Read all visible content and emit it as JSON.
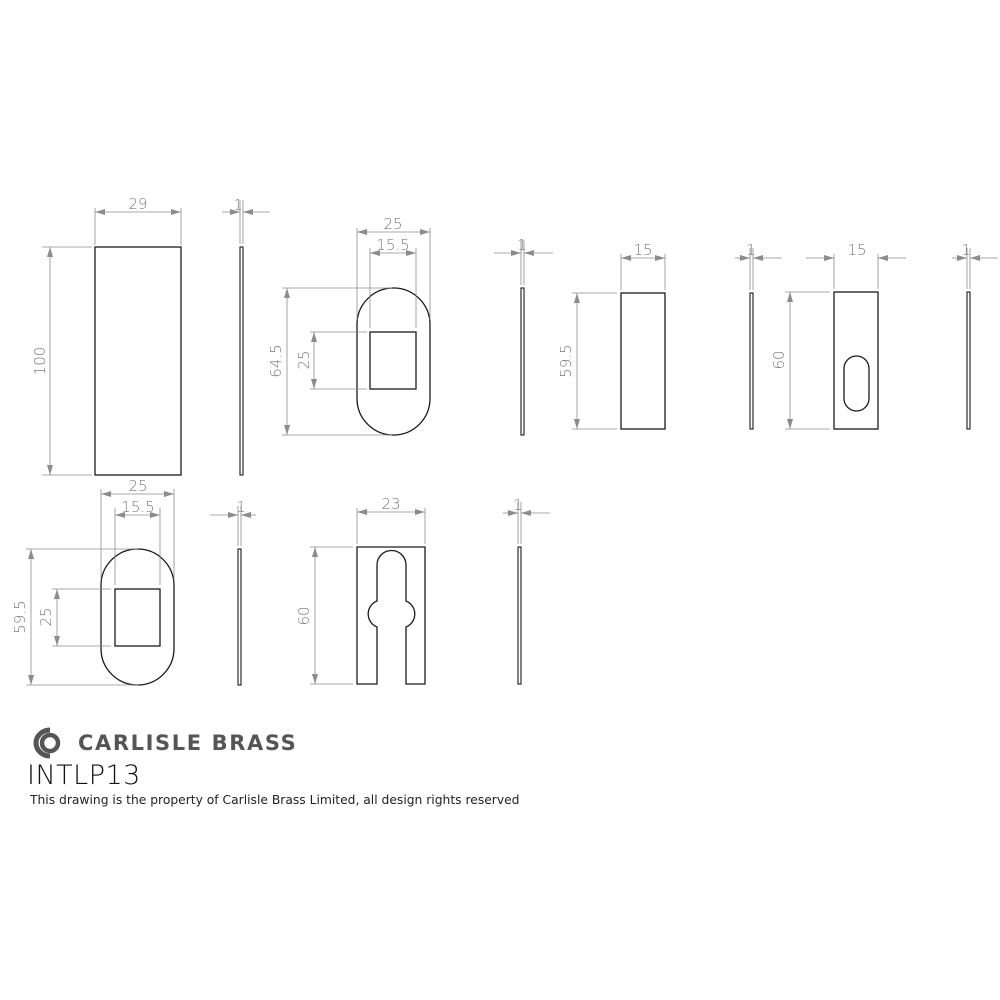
{
  "drawing": {
    "units": "mm",
    "parts": [
      {
        "id": "plate-100x29",
        "label_width": "29",
        "label_height": "100",
        "label_thickness": "1"
      },
      {
        "id": "oval-escutcheon-64.5",
        "label_width": "25",
        "label_inner_width": "15.5",
        "label_height": "64.5",
        "label_inner_height": "25",
        "label_thickness": "1"
      },
      {
        "id": "plate-59.5x15",
        "label_width": "15",
        "label_height": "59.5",
        "label_thickness": "1"
      },
      {
        "id": "plate-60x15-slot",
        "label_width": "15",
        "label_height": "60",
        "label_thickness": "1"
      },
      {
        "id": "oval-escutcheon-59.5",
        "label_width": "25",
        "label_inner_width": "15.5",
        "label_height": "59.5",
        "label_inner_height": "25",
        "label_thickness": "1"
      },
      {
        "id": "plate-60x23-keyhole",
        "label_width": "23",
        "label_height": "60",
        "label_thickness": "1"
      }
    ]
  },
  "footer": {
    "brand": "CARLISLE BRASS",
    "product_code": "INTLP13",
    "notice": "This drawing is the property of Carlisle Brass Limited, all design rights reserved"
  },
  "colors": {
    "outline": "#1a1a1a",
    "dimension": "#8c8c8c",
    "brand_grey": "#555555"
  }
}
